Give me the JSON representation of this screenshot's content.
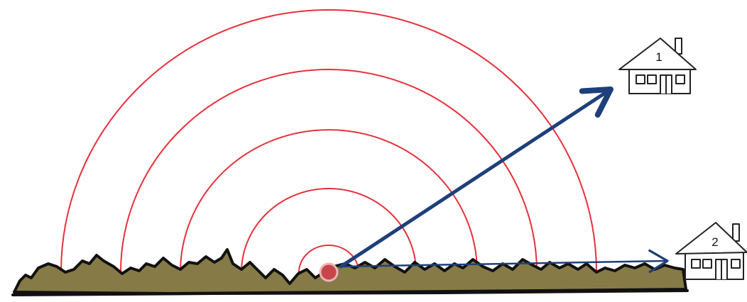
{
  "diagram": {
    "houses": [
      {
        "label": "1"
      },
      {
        "label": "2"
      }
    ],
    "source": {
      "color": "#c8464b"
    },
    "wave_rings": {
      "count": 5,
      "color": "#e8303c"
    },
    "arrows": {
      "color": "#1e3f7a"
    },
    "ground": {
      "fill": "#867a47",
      "outline": "#111111"
    }
  }
}
